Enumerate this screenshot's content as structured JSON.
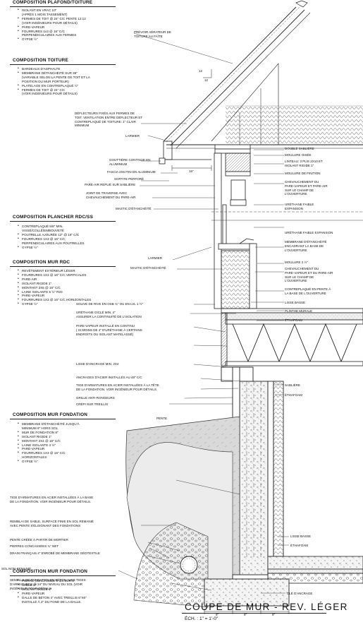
{
  "sections": {
    "plafond": {
      "title": "COMPOSITION PLAFOND/TOITURE",
      "items": [
        {
          "t": "ISOLANT EN VRAC 10\"",
          "b": true
        },
        {
          "t": "(APRÈS 1 MOIS TASSEMENT)",
          "b": false
        },
        {
          "t": "FERMES DE TOIT @ 24\" C/C PENTE 12:12",
          "b": true
        },
        {
          "t": "(VOIR INGÉNIEURS POUR DÉTAILS)",
          "b": false
        },
        {
          "t": "PARE-VAPEUR",
          "b": true
        },
        {
          "t": "FOURRURES 1x3 @ 16\" C/C",
          "b": true
        },
        {
          "t": "PERPENDICULAIRES AUX FERMES",
          "b": false
        },
        {
          "t": "GYPSE ½\"",
          "b": true
        }
      ]
    },
    "toiture": {
      "title": "COMPOSITION TOITURE",
      "items": [
        {
          "t": "BARDEAUX D'ASPHALTE",
          "b": true
        },
        {
          "t": "MEMBRANE DÉTANCHÉITÉ SUR 36\"",
          "b": true
        },
        {
          "t": "(VARIABLE SELON LA PENTE DE TOIT ET LA",
          "b": false
        },
        {
          "t": "POSITION DU MUR PORTEUR)",
          "b": false
        },
        {
          "t": "PLATELAGE EN CONTREPLAQUÉ ½\"",
          "b": true
        },
        {
          "t": "FERMES DE TOIT @ 24\" C/C",
          "b": true
        },
        {
          "t": "(VOIR INGÉNIEURS POUR DÉTAILS)",
          "b": false
        }
      ]
    },
    "plancher": {
      "title": "COMPOSITION PLANCHER RDC/SS",
      "items": [
        {
          "t": "CONTREPLAQUÉ 5/8\" MIN.",
          "b": true
        },
        {
          "t": "VISSÉ/COLLÉ/EMBOUVETÉ",
          "b": false
        },
        {
          "t": "POUTRELLE AJOURÉE 12\" @ 16\" C/C",
          "b": true
        },
        {
          "t": "FOURRURES 1X3 @ 16\" C/C",
          "b": true
        },
        {
          "t": "PERPENDICULAIRES AUX POUTRELLES",
          "b": false
        },
        {
          "t": "GYPSE ½\"",
          "b": true
        }
      ]
    },
    "mur_rdc": {
      "title": "COMPOSITION MUR RDC",
      "items": [
        {
          "t": "REVÊTEMENT EXTÉRIEUR LÉGER",
          "b": true
        },
        {
          "t": "FOURRURES 1X3 @ 16\" C/C VERTICALES",
          "b": true
        },
        {
          "t": "PARE-AIR",
          "b": true
        },
        {
          "t": "ISOLANT RIGIDE 1\"",
          "b": true
        },
        {
          "t": "MONTANT 2X6 @ 16\" C/C",
          "b": true
        },
        {
          "t": "LAINE ISOLANTE 5 ½\" R20",
          "b": true
        },
        {
          "t": "PARE-VAPEUR",
          "b": true
        },
        {
          "t": "FOURRURES 1X3 @ 16\" C/C HORIZONTALES",
          "b": true
        },
        {
          "t": "GYPSE ½\"",
          "b": true
        }
      ]
    },
    "mur_fondation": {
      "title": "COMPOSITION MUR FONDATION",
      "items": [
        {
          "t": "MEMBRANE D'ÉTANCHÉITÉ JUSQU'À",
          "b": true
        },
        {
          "t": "MINIMUM 6\" HORS SOL",
          "b": false
        },
        {
          "t": "MUR DE FONDATION 8\"",
          "b": true
        },
        {
          "t": "ISOLANT RIGIDE 1\"",
          "b": true
        },
        {
          "t": "MONTANT 2X4 @ 16\" C/C",
          "b": true
        },
        {
          "t": "LAINE ISOLANTE 3 ½\"",
          "b": true
        },
        {
          "t": "PARE-VAPEUR",
          "b": true
        },
        {
          "t": "FOURRURES 1X3 @ 16\" C/C",
          "b": true
        },
        {
          "t": "HORIZONTALES",
          "b": false
        },
        {
          "t": "GYPSE ½\"",
          "b": true
        }
      ]
    },
    "dalle": {
      "title": "COMPOSITION MUR FONDATION",
      "items": [
        {
          "t": "PIERRE CONCASSÉE 0-3/4 SUR 8\"",
          "b": true
        },
        {
          "t": "SABLE 2\"",
          "b": true
        },
        {
          "t": "ISOLANT RIGIDE 1\"",
          "b": true
        },
        {
          "t": "PARE-VAPEUR",
          "b": true
        },
        {
          "t": "DALLE DE BÉTON 4\" AVEC TREILLIS 6\"X6\"",
          "b": true
        },
        {
          "t": "INSTALLÉ À 2\" DU FOND DE LA DALLE.",
          "b": false
        }
      ]
    }
  },
  "callouts_left": {
    "prevoir": [
      "PRÉVOIR AÉRATEUR DE",
      "TOITURE AU FAÎTE"
    ],
    "deflecteurs": [
      "DÉFLECTEURS FIXÉS AUX FERMES DE",
      "TOIT. VENTILATION ENTRE DÉFLECTEUR ET",
      "CONTREPLAQUÉ DE TOITURE: 1\" CLAIR",
      "MINIMUM"
    ],
    "larmier1": "LARMIER",
    "gouttiere": [
      "GOUTTIÈRE CONTINUE EN",
      "ALUMINIUM"
    ],
    "fascia": "FASCIA 2X6 FINI EN ALUMINIUM",
    "soffite": "SOFFITE PERFORÉ",
    "parefair": "PARE-AIR REPLIÉ SUR SABLIÈRE",
    "joint": [
      "JOINT DE TRAVERSE AVEC",
      "CHEVAUCHEMENT DU PARE-AIR"
    ],
    "mastic1": "MASTIC D'ÉTANCHÉITÉ",
    "larmier2": "LARMIER",
    "mastic2": "MASTIC D'ÉTANCHÉITÉ",
    "solive": "SOLIVE DE RIVE EN OSB ¾\" OU EN LVL 1 ½\"",
    "urethane_mid": [
      "URÉTHANE GICLÉ MIN. 4\"",
      "ASSURER LA CONTINUITÉ DE L'ISOLATION"
    ],
    "pare_vapeur": [
      "PARE-VAPEUR INSTALLÉ EN CONTINU",
      "( SI MOINS DE 4\" D'URÉTHANE À CERTAINS",
      "ENDROITS OU ISOLANT MATELASSÉ)"
    ],
    "lisse_ancrage": "LISSE D'ANCRAGE MIN. 2X4",
    "ancrages": "ANCRAGES D'ACIER INSTALLÉS AU 48\" C/C",
    "tige_tete": [
      "TIGE D'ARMATURES EN ACIER INSTALLÉES À LA TÊTE",
      "DE LA FONDATION. VOIR INGÉNIEUR POUR DÉTAILS."
    ],
    "grille": "GRILLE ANTI-RONGEURS",
    "crepi": "CRÉPI SUR TREILLIS",
    "tige_base": [
      "TIGE D'ARMATURES EN ACIER INSTALLÉES À LA BASE",
      "DE LA FONDATION. VOIR INGÉNIEUR POUR DÉTAILS."
    ],
    "remblai": [
      "REMBLAI DE SABLE, SURFACE FINIE EN SOL REMANIÉ",
      "AVEC PENTE S'ÉLOIGNANT DES FONDATIONS"
    ],
    "pente_mortier": "PENTE CRÉÉE À PARTIR DE MORTIER",
    "pierres": "PIERRES CONCASSÉES ¾\" NET",
    "drain": "DRAIN FRANÇAIS 4\" ENROBÉ DE MEMBRANE GÉOTEXTILE",
    "sol": "SOL NON-REMANIÉ",
    "semelle": [
      "SEMELLE DE FONDATION EN BÉTON AVEC TIGES",
      "D'ARMATURES @ 24\" DU NIVEAU DU SOL (VOIR",
      "INGÉNIEUR POUR DÉTAILS"
    ],
    "pente": "PENTE"
  },
  "callouts_right": {
    "double_sabliere": "DOUBLE SABLIÈRE",
    "moulure_oisee": "MOULURE OISÉE",
    "linteau": [
      "LINTEAU: 3 PLIS 2X10 ET",
      "ISOLANT RIGIDE 1\""
    ],
    "moulure_finition": "MOULURE DE FINITION",
    "chev_haut": [
      "CHEVAUCHEMENT DU",
      "PARE-VAPEUR ET PARE-AIR",
      "SUR LE CHAMP DE",
      "L'OUVERTURE"
    ],
    "urethane_faible1": [
      "URÉTHANE FAIBLE",
      "EXPANSION"
    ],
    "urethane_faible2": "URÉTHANE FAIBLE EXPANSION",
    "membrane_enc": [
      "MEMBRANE D'ÉTANCHÉITÉ",
      "ENCADRANT LA BASE DE",
      "L'OUVERTURE"
    ],
    "moulure2": "MOULURE 2 ½\"",
    "chev_bas": [
      "CHEVAUCHEMENT DU",
      "PARE-VAPEUR ET DU PARE-AIR",
      "SUR LE CHAMP DE",
      "L'OUVERTURE"
    ],
    "contreplaque_pente": [
      "CONTREPLAQUÉ EN PENTE À",
      "LA BASE DE L'OUVERTURE"
    ],
    "lisse_basse1": "LISSE BASSE",
    "plinthe": "PLINTHE MURALE",
    "ethafoam1": "ÉTHAFOAM",
    "sabliere": "SABLIÈRE",
    "ethafoam2": "ÉTHAFOAM",
    "lisse_basse2": "LISSE BASSE",
    "ethafoam3": "ÉTHAFOAM",
    "cle": "CLÉ D'ANCRAGE"
  },
  "dims": {
    "d16": "16\"",
    "d12": "12",
    "d12b": "12",
    "d8a": "8\"",
    "d8b": "8\"",
    "d8c": "8\""
  },
  "title_block": {
    "title": "COUPE DE MUR - REV. LÉGER",
    "scale": "ÉCH. : 1\" = 1'-0\""
  }
}
